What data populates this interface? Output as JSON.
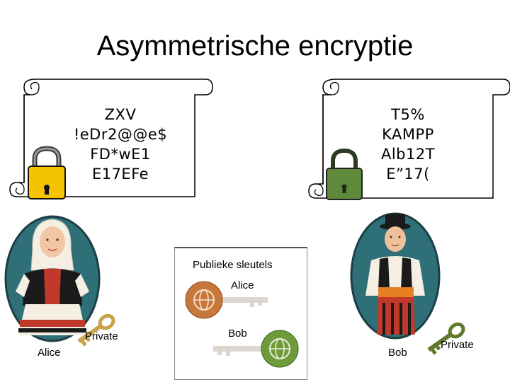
{
  "title": "Asymmetrische encryptie",
  "left_scroll": {
    "lines": [
      "ZXV",
      "!eDr2@@e$",
      "FD*wE1",
      "E17EFe"
    ],
    "lock_color": "#f5c400"
  },
  "right_scroll": {
    "lines": [
      "T5%",
      "KAMPP",
      "Alb12T",
      "E”17("
    ],
    "lock_color": "#5f8a3c"
  },
  "alice": {
    "name": "Alice",
    "private_key_label": "Private",
    "key_color": "#c8a14a"
  },
  "bob": {
    "name": "Bob",
    "private_key_label": "Private",
    "key_color": "#5f7a2c"
  },
  "public_keys": {
    "heading": "Publieke sleutels",
    "alice_label": "Alice",
    "alice_key_color": "#c8773a",
    "bob_label": "Bob",
    "bob_key_color": "#6f9a3c"
  },
  "colors": {
    "portrait_bg": "#2f6f78",
    "portrait_border": "#1d3e44"
  }
}
